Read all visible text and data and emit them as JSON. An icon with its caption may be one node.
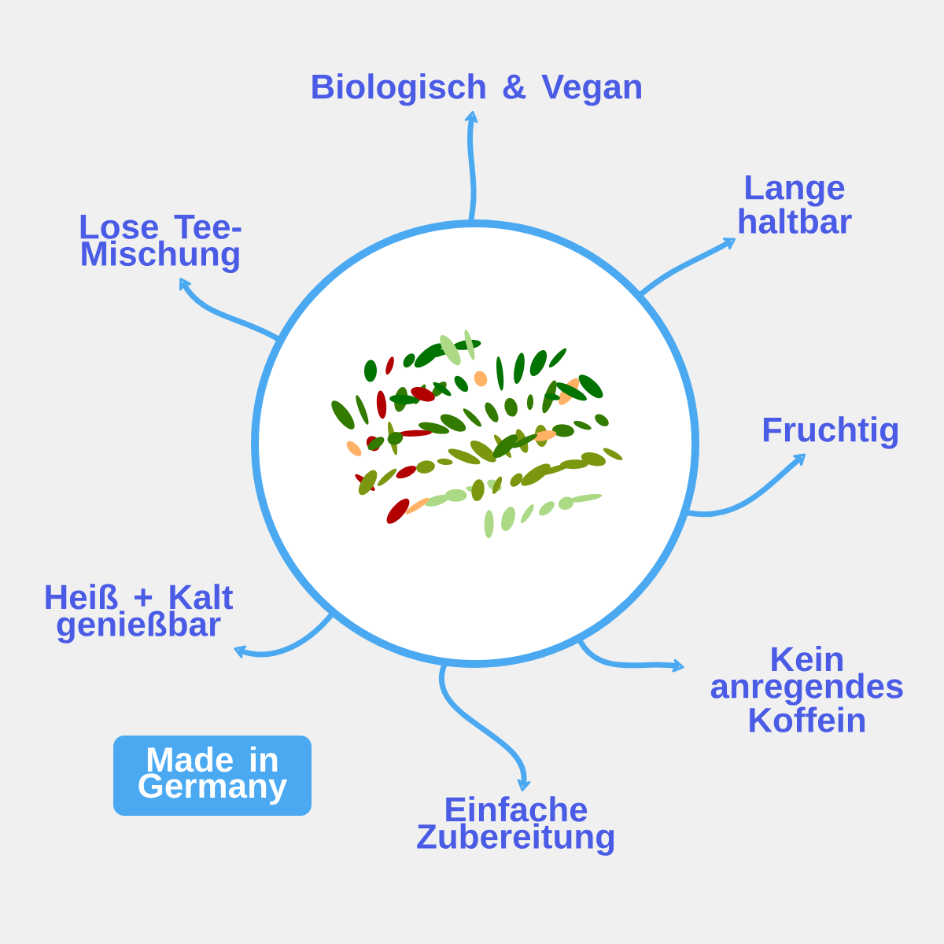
{
  "diagram": {
    "nodes": [
      {
        "text": [],
        "shape": "picture"
      },
      {
        "text": [
          "Biologisch & Vegan"
        ]
      },
      {
        "text": [
          "Lange haltbar"
        ]
      },
      {
        "text": [
          "Fruchtig"
        ]
      },
      {
        "text": [
          "Kein anregendes Koffein"
        ]
      },
      {
        "text": [
          "Einfache Zubereitung"
        ]
      },
      {
        "text": [
          "Heiß + Kalt genießbar"
        ]
      },
      {
        "text": [
          "Lose Tee-Mischung"
        ]
      },
      {
        "text": [
          "Made in Germany"
        ]
      }
    ],
    "edges": [
      {
        "from": 0,
        "to": 1,
        "arrow": "to"
      },
      {
        "from": 0,
        "to": 2,
        "arrow": "to"
      },
      {
        "from": 0,
        "to": 3,
        "arrow": "to"
      },
      {
        "from": 0,
        "to": 4,
        "arrow": "to"
      },
      {
        "from": 0,
        "to": 5,
        "arrow": "to"
      },
      {
        "from": 0,
        "to": 6,
        "arrow": "to"
      },
      {
        "from": 0,
        "to": 7,
        "arrow": "to"
      }
    ]
  }
}
